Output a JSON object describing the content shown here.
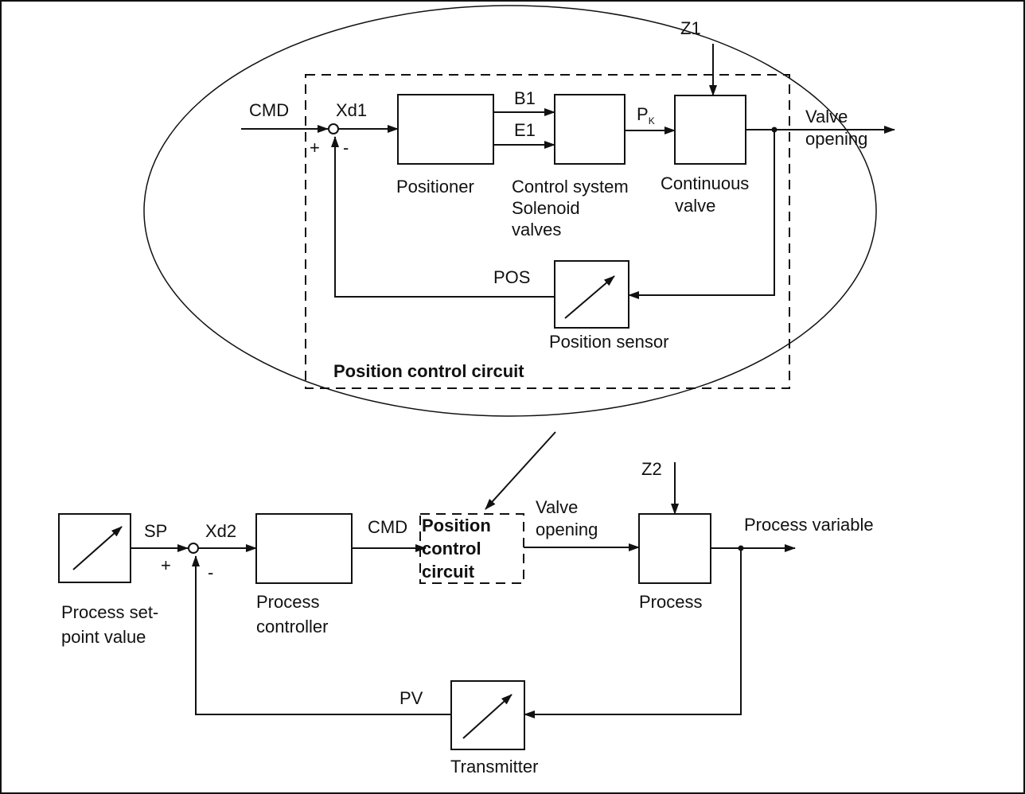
{
  "inner_loop": {
    "title": "Position control circuit",
    "signals": {
      "cmd": "CMD",
      "xd1": "Xd1",
      "plus": "+",
      "minus": "-",
      "b1": "B1",
      "e1": "E1",
      "pk_main": "P",
      "pk_sub": "K",
      "z1": "Z1",
      "valve_opening_1": "Valve",
      "valve_opening_2": "opening",
      "pos": "POS"
    },
    "blocks": {
      "positioner": "Positioner",
      "control_system_1": "Control system",
      "control_system_2": "Solenoid",
      "control_system_3": "valves",
      "continuous_valve_1": "Continuous",
      "continuous_valve_2": "valve",
      "position_sensor": "Position sensor"
    }
  },
  "outer_loop": {
    "signals": {
      "sp": "SP",
      "plus": "+",
      "minus": "-",
      "xd2": "Xd2",
      "cmd": "CMD",
      "valve_opening_1": "Valve",
      "valve_opening_2": "opening",
      "z2": "Z2",
      "process_variable": "Process variable",
      "pv": "PV"
    },
    "blocks": {
      "setpoint_1": "Process set-",
      "setpoint_2": "point value",
      "process_controller_1": "Process",
      "process_controller_2": "controller",
      "position_circuit_1": "Position",
      "position_circuit_2": "control",
      "position_circuit_3": "circuit",
      "process": "Process",
      "transmitter": "Transmitter"
    }
  }
}
